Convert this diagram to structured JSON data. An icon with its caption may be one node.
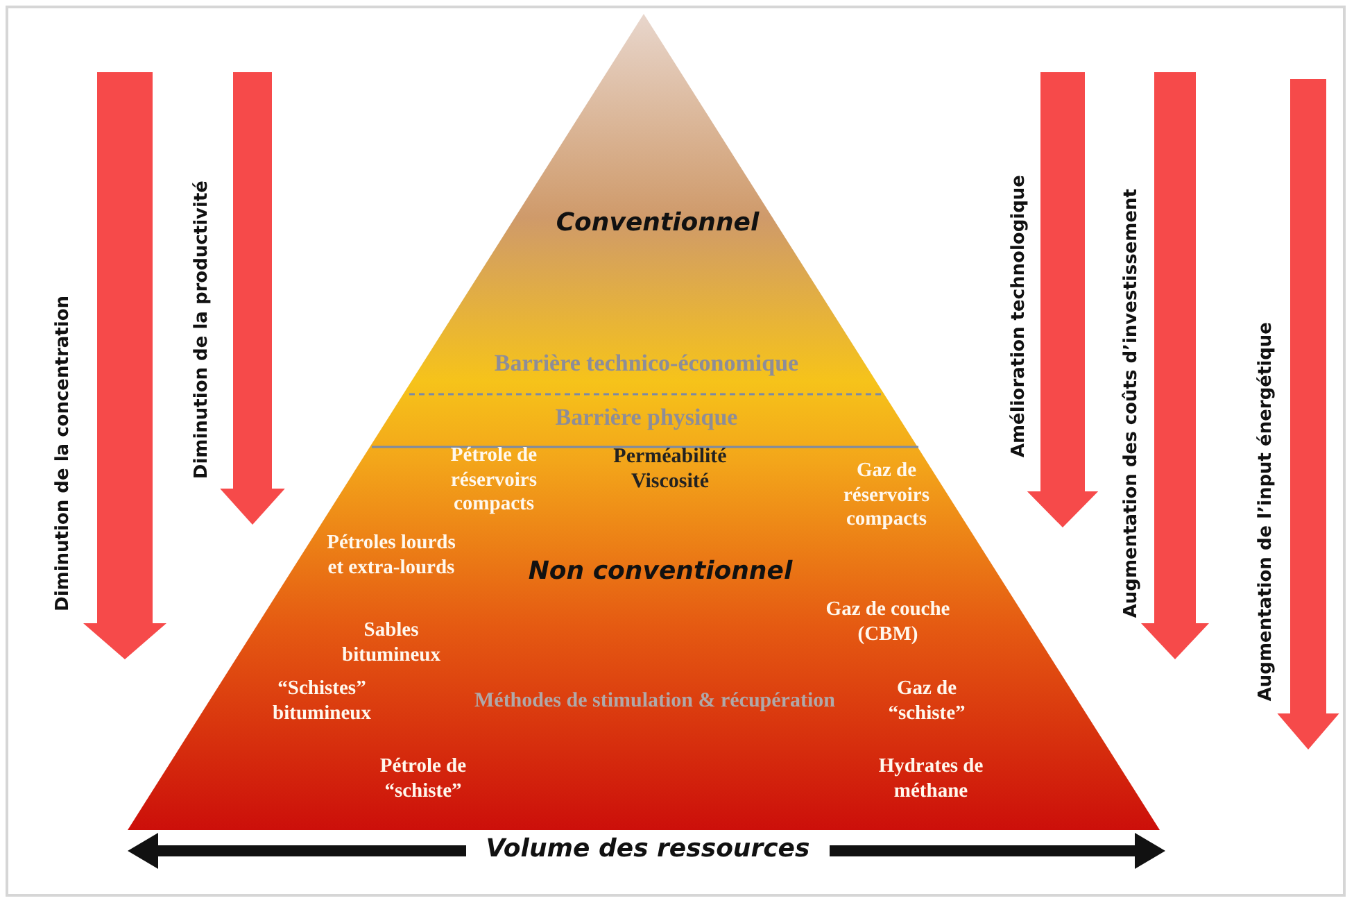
{
  "diagram": {
    "nodes": [
      {
        "text": [
          "Conventionnel",
          "Barrière technico-économique",
          "Barrière physique",
          "Pétrole de réservoirs compacts",
          "Perméabilité Viscosité",
          "Gaz de réservoirs compacts",
          "Pétroles lourds et extra-lourds",
          "Non conventionnel",
          "Sables bitumineux",
          "Gaz de couche (CBM)",
          "“Schistes” bitumineux",
          "Méthodes de stimulation & récupération",
          "Gaz de “schiste”",
          "Pétrole de “schiste”",
          "Hydrates de méthane"
        ]
      }
    ],
    "edges": [],
    "labels": [
      "Diminution de la concentration",
      "Diminution de la productivité",
      "Amélioration technologique",
      "Augmentation des coûts d’investissement",
      "Augmentation de l’input énergétique",
      "Volume des ressources"
    ]
  }
}
